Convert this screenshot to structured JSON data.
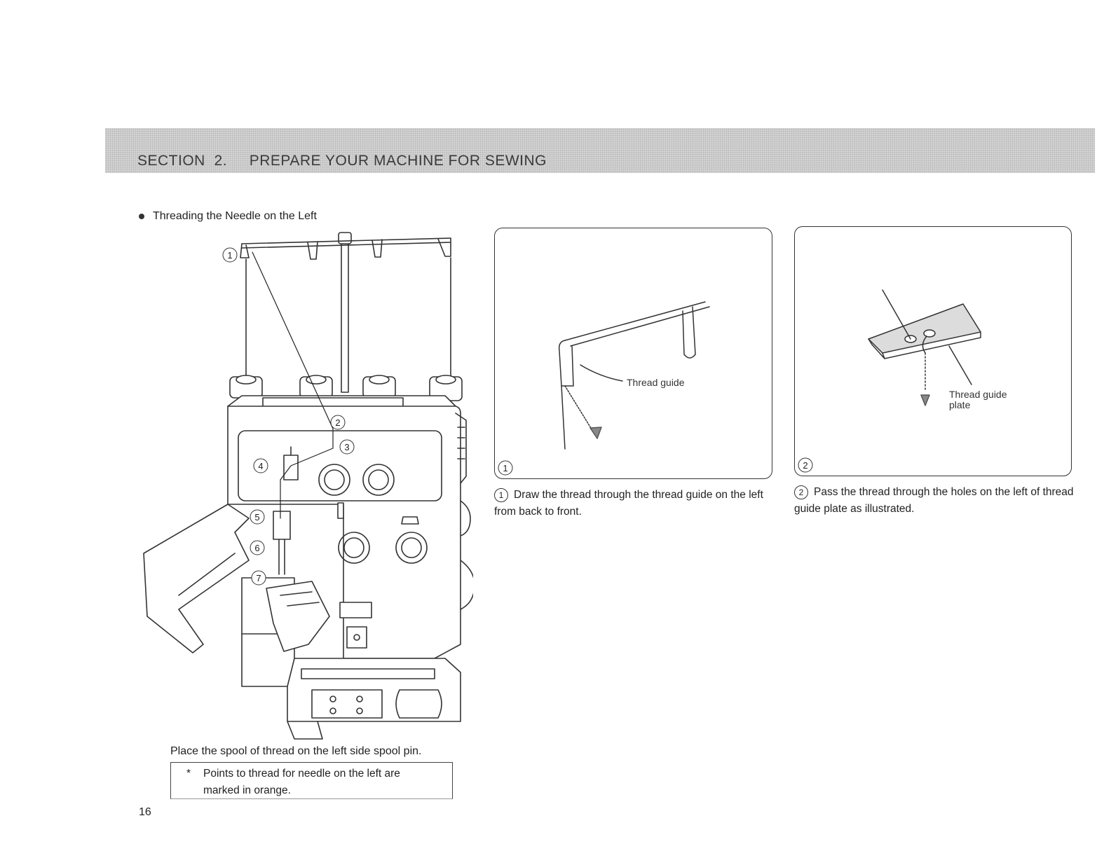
{
  "header": {
    "section": "SECTION  2.",
    "title": "PREPARE YOUR MACHINE FOR SEWING"
  },
  "subheading": "Threading the Needle on the Left",
  "main_figure": {
    "callouts": [
      "1",
      "2",
      "3",
      "4",
      "5",
      "6",
      "7"
    ],
    "caption": "Place the spool of thread on the left side spool pin."
  },
  "note": {
    "marker": "*",
    "text": "Points to thread for needle on the left are marked in orange."
  },
  "step1": {
    "number": "1",
    "label": "Thread guide",
    "caption": "Draw the thread through the thread guide on the left from back to front."
  },
  "step2": {
    "number": "2",
    "label_line1": "Thread guide",
    "label_line2": "plate",
    "caption": "Pass the thread through the holes on the left of thread guide plate as illustrated."
  },
  "page_number": "16"
}
